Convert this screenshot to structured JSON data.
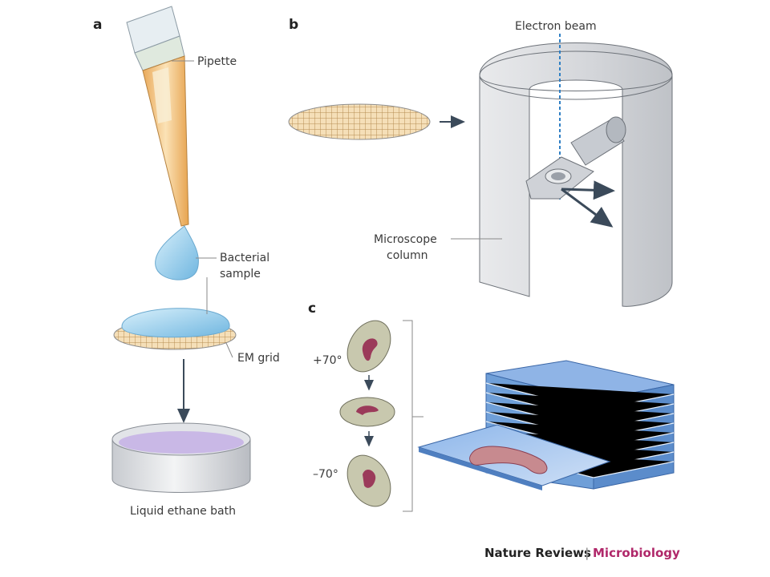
{
  "panels": {
    "a": "a",
    "b": "b",
    "c": "c"
  },
  "labels": {
    "pipette": "Pipette",
    "bacterial_sample_1": "Bacterial",
    "bacterial_sample_2": "sample",
    "em_grid": "EM grid",
    "ethane_bath": "Liquid ethane bath",
    "electron_beam": "Electron beam",
    "microscope_column_1": "Microscope",
    "microscope_column_2": "column",
    "tilt_pos": "+70°",
    "tilt_neg": "–70°"
  },
  "credit": {
    "journal": "Nature Reviews",
    "separator": "|",
    "subject": "Microbiology"
  },
  "colors": {
    "pipette": "#f4c88a",
    "droplet": "#9fd0ec",
    "bath": "#c9b8e6",
    "cell": "#b7b79a",
    "bacterium": "#9b3a5a",
    "stack": "#6f9fd8",
    "subject_text": "#b0286a"
  }
}
